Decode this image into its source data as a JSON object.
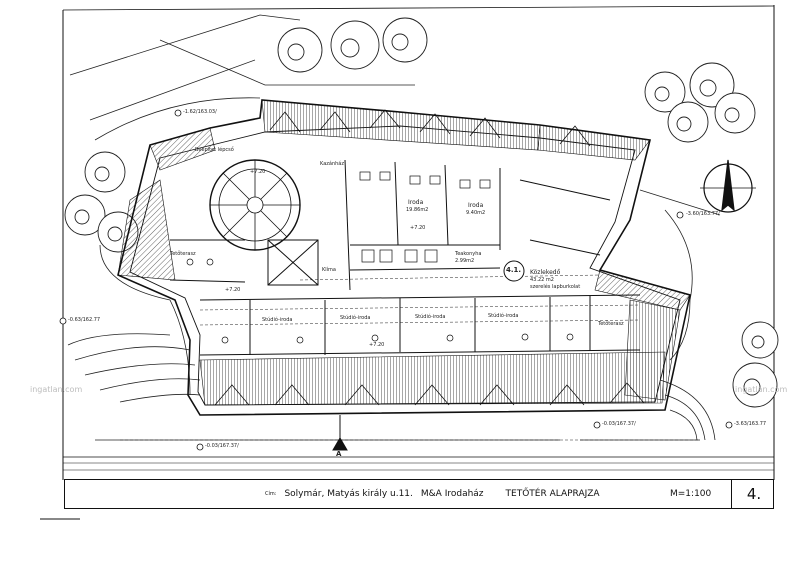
{
  "title_block": {
    "prefix": "Cím:",
    "location": "Solymár, Matyás király u.11.",
    "project": "M&A Irodaház",
    "drawing_title": "TETŐTÉR ALAPRAJZA",
    "scale": "M=1:100",
    "sheet_number": "4."
  },
  "levels": {
    "north_top": "-1.62/163.03/",
    "west": "-0.63/162.77",
    "east": "-3.60/163.77/",
    "south_left": "-0.03/167.37/",
    "south_right": "-0.03/167.37/",
    "far_right": "-3.63/163.77"
  },
  "rooms": {
    "stairwell": "Beépítet lépcső",
    "kazan": "Kazánház",
    "iroda1_name": "Iroda",
    "iroda1_area": "19.86m2",
    "iroda2_name": "Iroda",
    "iroda2_area": "9.40m2",
    "teakonyha_name": "Teakonyha",
    "teakonyha_area": "2.99m2",
    "kozlekedo_name": "Közlekedő",
    "kozlekedo_area": "43.22 m2",
    "kozlekedo_note": "szerelés lapburkolat",
    "terasz_left": "Tetőterasz",
    "terasz_right": "Tetőterasz",
    "klima": "Klíma",
    "studio1": "Stúdió-iroda",
    "studio2": "Stúdió-iroda",
    "studio3": "Stúdió-iroda",
    "studio4": "Stúdió-iroda",
    "room_number": "4.1.",
    "section_mark": "A"
  },
  "elevations": {
    "e1": "+7.20",
    "e2": "+7.20",
    "e3": "+7.20",
    "e4": "+7.20"
  },
  "watermarks": {
    "left": "ingatlan.com",
    "right": "ingatlan.com"
  },
  "colors": {
    "ink": "#1a1a1a",
    "paper": "#ffffff",
    "watermark": "#bdbdbd"
  }
}
